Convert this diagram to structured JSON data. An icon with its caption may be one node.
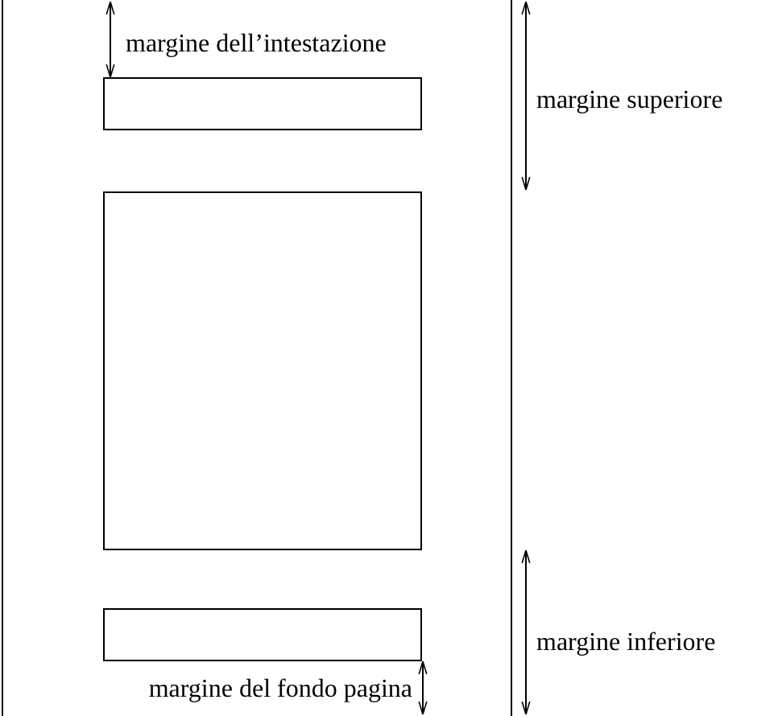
{
  "diagram": {
    "labels": [
      "margine dell’intestazione",
      "margine superiore",
      "margine inferiore",
      "margine del fondo pagina"
    ]
  }
}
